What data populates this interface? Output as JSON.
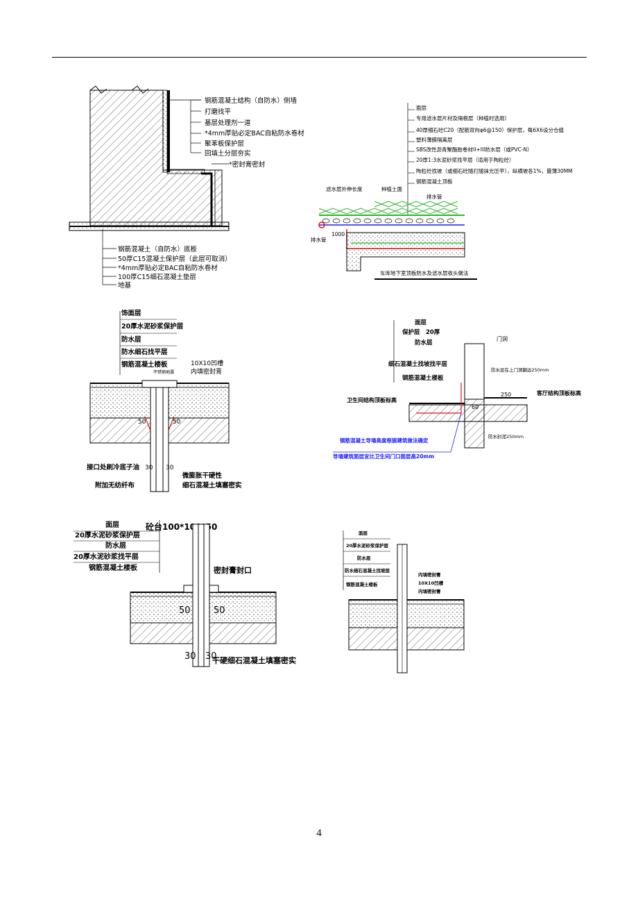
{
  "page": {
    "number": "4"
  },
  "fig_wall_base": {
    "labels": [
      "钢筋混凝土结构（自防水）侧墙",
      "打磨找平",
      "基层处理剂一道",
      "*4mm厚贴必定BAC自粘防水卷材",
      "聚苯板保护层",
      "回填土分层夯实",
      "*密封膏密封"
    ],
    "bottom_labels": [
      "钢筋混凝土（自防水）底板",
      "50厚C15混凝土保护层（此层可取消）",
      "*4mm厚贴必定BAC自粘防水卷材",
      "100厚C15细石混凝土垫层",
      "地基"
    ]
  },
  "fig_roof_planting": {
    "labels": [
      "面层",
      "专用滤水层片材及隔根层（种植时选用）",
      "40厚细石砼C20（配筋双向φ6@150）保护层，每6X6设分仓缝",
      "塑料薄膜隔离层",
      "SBS改性沥青聚酯胎卷材II+III防水层（或PVC-N）",
      "20厚1:3水泥砂浆找平层（适用于陶粒砼）",
      "陶粒砼找坡（或细石砼随打随抹光压平），纵横坡各1%，最薄30MM",
      "钢筋混凝土顶板"
    ],
    "tags": {
      "filter_len": "滤水层外伸长度",
      "planting_soil": "种植土面",
      "drain_pipe_right": "排水管",
      "drain_pipe_left": "排水管",
      "dim": "1000"
    },
    "caption": "车库地下室顶板防水及滤水层收头做法"
  },
  "fig_floor_drain": {
    "labels": [
      "饰面层",
      "20厚水泥砂浆保护层",
      "防水层",
      "防水细石找平层",
      "钢筋混凝土楼板"
    ],
    "right_labels": [
      "10X10凹槽",
      "内填密封膏"
    ],
    "small_tag": "不锈钢地漏",
    "dims": [
      "50",
      "50",
      "30",
      "30"
    ],
    "bottom_labels": [
      "接口处刷冷底子油",
      "附加无纺纤布",
      "微膨胀干硬性",
      "细石混凝土填塞密实"
    ]
  },
  "fig_bathroom_door": {
    "labels": [
      "面层",
      "保护层　20厚",
      "防水层",
      "细石混凝土找坡找平层",
      "钢筋混凝土楼板"
    ],
    "door": "门洞",
    "upturn": "防水层在上门洞翻边250mm",
    "bath_elev": "卫生间结构顶板标高",
    "living_elev": "客厅结构顶板标高",
    "dims": [
      "250",
      "60"
    ],
    "below": "防水封泥250mm",
    "blue_notes": [
      "钢筋混凝土导墙高度根据建筑做法确定",
      "导墙建筑面层宜比卫生间门口面层高20mm"
    ]
  },
  "fig_pipe_a": {
    "labels": [
      "面层",
      "20厚水泥砂浆保护层",
      "防水层",
      "20厚水泥砂浆找平层",
      "钢筋混凝土楼板"
    ],
    "top_note": "砼台100*100*50",
    "seal": "密封膏封口",
    "dims": [
      "50",
      "50",
      "30",
      "30"
    ],
    "fill": "干硬细石混凝土填塞密实"
  },
  "fig_pipe_b": {
    "labels": [
      "面层",
      "20厚水泥砂浆保护层",
      "防水层",
      "防水细石混凝土找坡层",
      "钢筋混凝土楼板"
    ],
    "right_labels": [
      "内填密封膏",
      "10X10凹槽",
      "内填密封膏"
    ]
  },
  "colors": {
    "ink": "#000000",
    "membrane_red": "#e01010",
    "planting_green": "#2bb52b",
    "note_blue": "#1a1aff"
  }
}
